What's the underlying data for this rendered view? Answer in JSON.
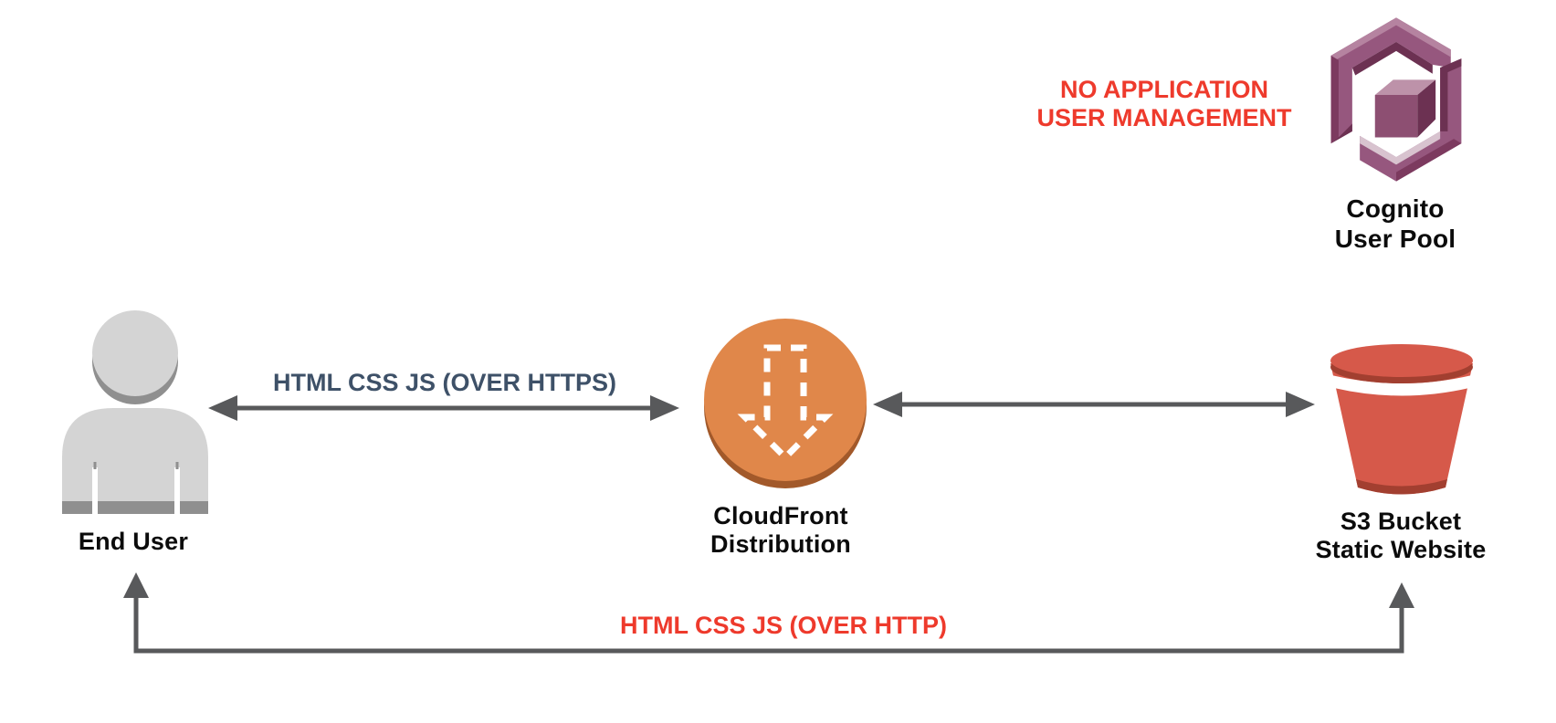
{
  "diagram": {
    "title_hint": "Static website on S3 behind CloudFront with no application user management",
    "warning": {
      "line1": "NO APPLICATION",
      "line2": "USER MANAGEMENT"
    },
    "nodes": {
      "end_user": {
        "icon": "user-icon",
        "label1": "End User"
      },
      "cloudfront": {
        "icon": "cloudfront-icon",
        "label1": "CloudFront",
        "label2": "Distribution"
      },
      "s3": {
        "icon": "s3-bucket-icon",
        "label1": "S3 Bucket",
        "label2": "Static Website"
      },
      "cognito": {
        "icon": "cognito-icon",
        "label1": "Cognito",
        "label2": "User Pool"
      }
    },
    "edges": {
      "user_cloudfront": {
        "label": "HTML CSS JS (OVER HTTPS)",
        "type": "double-headed-horizontal"
      },
      "cloudfront_s3": {
        "label": "",
        "type": "double-headed-horizontal"
      },
      "user_s3": {
        "label": "HTML CSS JS (OVER HTTP)",
        "type": "double-headed-bottom-route"
      }
    },
    "colors": {
      "arrow_gray": "#58595B",
      "warning_red": "#EE3A2C",
      "https_label_slate": "#3E5168",
      "http_label_red": "#EE3A2C",
      "cloudfront_orange": "#E0874A",
      "cloudfront_rim": "#A2592A",
      "s3_red": "#D6594A",
      "s3_rim_dark": "#A23F30",
      "cognito_purple_mid": "#96577E",
      "cognito_purple_dark": "#6C3152",
      "cognito_purple_light": "#D8C3CF",
      "user_gray_light": "#D4D4D4",
      "user_gray_dark": "#8F8F8F"
    }
  }
}
